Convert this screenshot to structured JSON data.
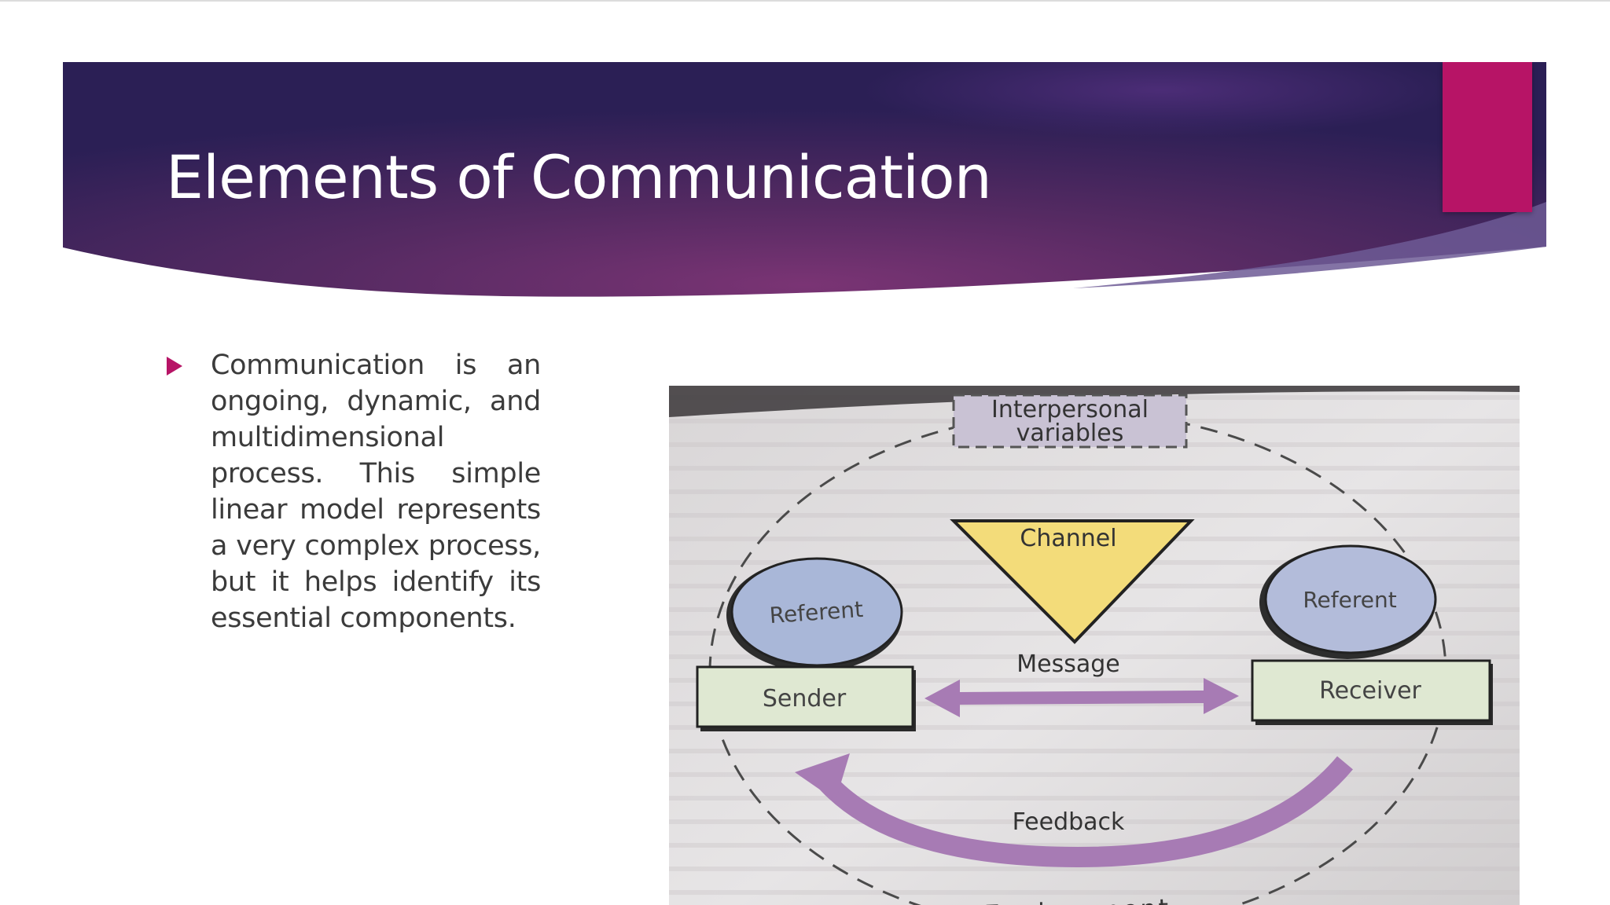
{
  "slide": {
    "title": "Elements of Communication",
    "bullets": [
      "Communication is an ongoing, dynamic, and multidimensional process. This simple linear model represents a very complex process, but it helps identify its essential components."
    ]
  },
  "diagram": {
    "interpersonal_variables": [
      "Interpersonal",
      "variables"
    ],
    "channel": "Channel",
    "referent_left": "Referent",
    "referent_right": "Referent",
    "message": "Message",
    "sender": "Sender",
    "receiver": "Receiver",
    "feedback": "Feedback",
    "environment": "Environment"
  },
  "colors": {
    "banner_dark": "#2a1e52",
    "banner_mid": "#6a2a6a",
    "accent": "#b71466",
    "text": "#3b3b3b",
    "channel_fill": "#f3dc7a",
    "referent_fill": "#a9b7d8",
    "box_fill": "#dfe8d2",
    "arrow": "#a77bb4"
  }
}
